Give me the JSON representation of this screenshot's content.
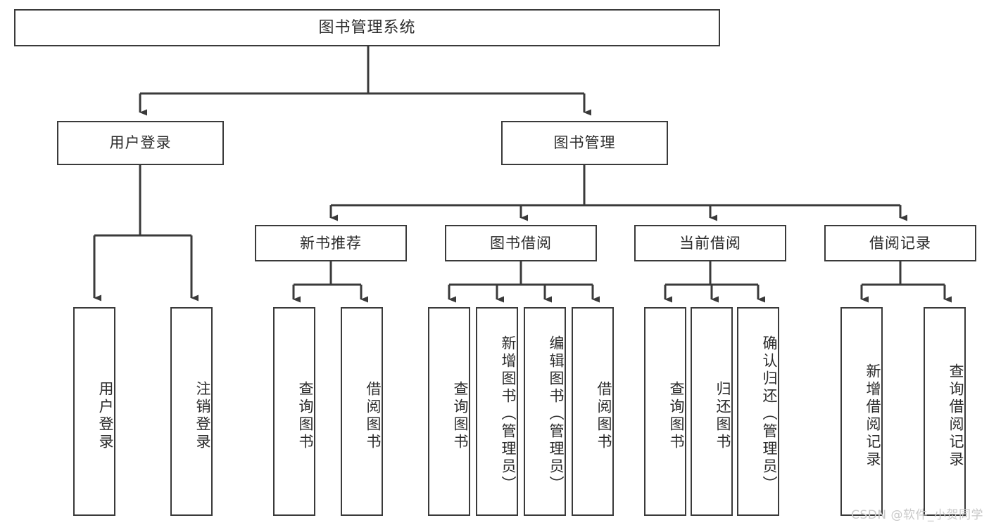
{
  "diagram": {
    "type": "tree-hierarchy-chart",
    "title_node": {
      "label": "图书管理系统"
    },
    "level2": [
      {
        "id": "user-login",
        "label": "用户登录"
      },
      {
        "id": "book-management",
        "label": "图书管理"
      }
    ],
    "level3": [
      {
        "id": "new-book-recommend",
        "label": "新书推荐",
        "parent": "book-management"
      },
      {
        "id": "book-borrow",
        "label": "图书借阅",
        "parent": "book-management"
      },
      {
        "id": "current-borrow",
        "label": "当前借阅",
        "parent": "book-management"
      },
      {
        "id": "borrow-record",
        "label": "借阅记录",
        "parent": "book-management"
      }
    ],
    "leaves": {
      "user_login": [
        {
          "id": "leaf-user-login",
          "label": "用户登录"
        },
        {
          "id": "leaf-logout-login",
          "label": "注销登录"
        }
      ],
      "new_book_recommend": [
        {
          "id": "leaf-query-book-1",
          "label": "查询图书"
        },
        {
          "id": "leaf-borrow-book-1",
          "label": "借阅图书"
        }
      ],
      "book_borrow": [
        {
          "id": "leaf-query-book-2",
          "label": "查询图书"
        },
        {
          "id": "leaf-add-book-admin",
          "label": "新增图书（管理员）"
        },
        {
          "id": "leaf-edit-book-admin",
          "label": "编辑图书（管理员）"
        },
        {
          "id": "leaf-borrow-book-2",
          "label": "借阅图书"
        }
      ],
      "current_borrow": [
        {
          "id": "leaf-query-book-3",
          "label": "查询图书"
        },
        {
          "id": "leaf-return-book",
          "label": "归还图书"
        },
        {
          "id": "leaf-confirm-return-admin",
          "label": "确认归还（管理员）"
        }
      ],
      "borrow_record": [
        {
          "id": "leaf-add-borrow-record",
          "label": "新增借阅记录"
        },
        {
          "id": "leaf-query-borrow-record",
          "label": "查询借阅记录"
        }
      ]
    },
    "colors": {
      "box_border": "#3a3a3a",
      "box_fill": "#ffffff",
      "text": "#2b2b2b",
      "connector": "#3a3a3a",
      "watermark": "#c9c9c9"
    }
  },
  "watermark": {
    "text": "CSDN @软件_小贺同学"
  }
}
